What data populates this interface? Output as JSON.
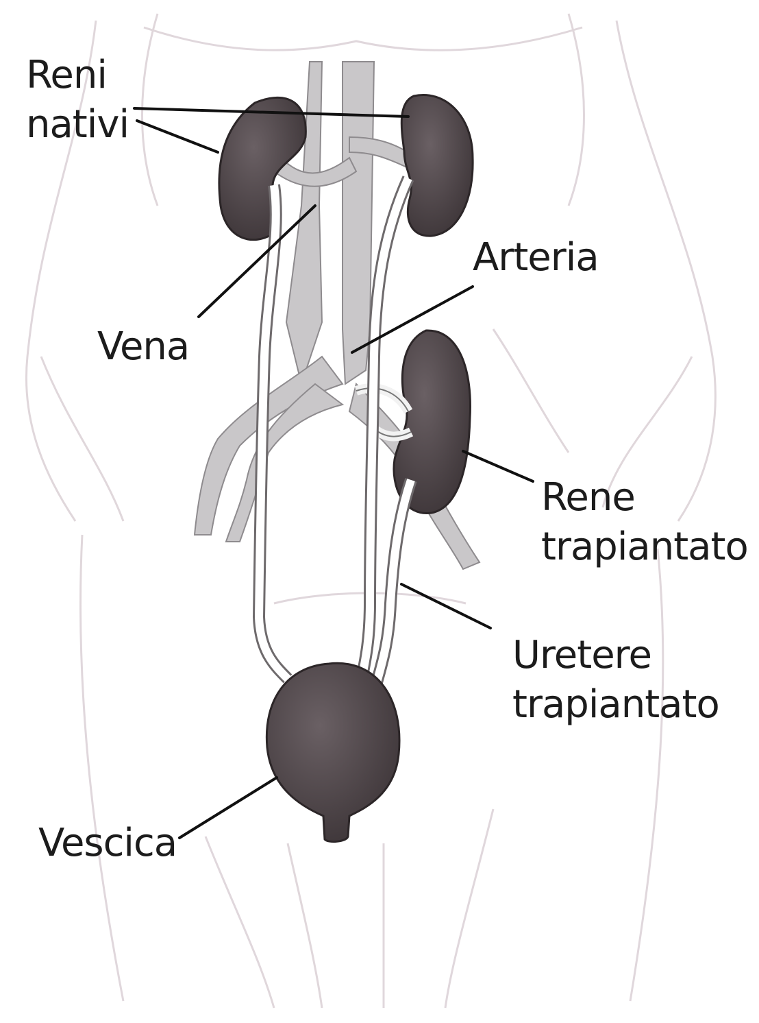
{
  "labels": {
    "reni_nativi": [
      "Reni",
      "nativi"
    ],
    "arteria": "Arteria",
    "vena": "Vena",
    "rene_trapiantato": [
      "Rene",
      "trapiantato"
    ],
    "uretere_trapiantato": [
      "Uretere",
      "trapiantato"
    ],
    "vescica": "Vescica"
  },
  "colors": {
    "organ": "#4a4145",
    "vessel": "#c9c7c9",
    "ureter": "#ffffff",
    "body_outline": "#d8cfd4",
    "leader_line": "#111111"
  }
}
